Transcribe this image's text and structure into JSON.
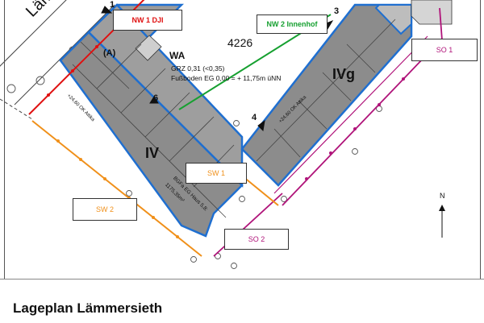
{
  "title": "Lageplan Lämmersieth",
  "street_name": "Lämmersieth",
  "parcel_number": "4226",
  "zoning": {
    "type": "WA",
    "grz": "GRZ 0,31 (<0,35)",
    "floor_level": "Fußboden EG 0,00 = + 11,75m üNN"
  },
  "buildings": {
    "left": {
      "stories": "IV",
      "label_a": "(A)",
      "height_note": "+24,60 OK Attika",
      "floor_note": "BGFa EG Haus 5,8:",
      "floor_value": "1175,35m²"
    },
    "right": {
      "stories": "IVg",
      "height_note": "+24,60 OK Attika"
    }
  },
  "section_labels": {
    "nw1": "NW 1 DJI",
    "nw2": "NW 2 Innenhof",
    "so1": "SO 1",
    "so2": "SO 2",
    "sw1": "SW 1",
    "sw2": "SW 2"
  },
  "markers": {
    "m1": "1",
    "m3": "3",
    "m4": "4",
    "m6": "6"
  },
  "north_arrow": "N",
  "colors": {
    "building_fill": "#8c8c8c",
    "building_outline": "#1f6fd0",
    "nw1_line": "#e01010",
    "nw2_line": "#16a030",
    "so_line": "#b0147a",
    "sw_line": "#f0901a"
  }
}
